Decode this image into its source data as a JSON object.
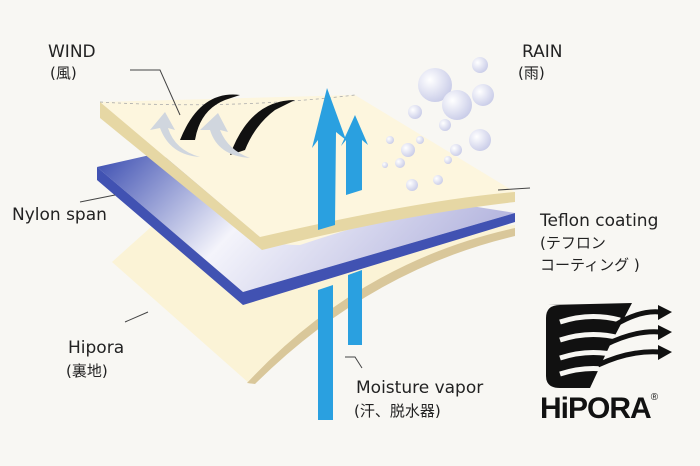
{
  "labels": {
    "wind": {
      "en": "WIND",
      "jp": "(風)"
    },
    "rain": {
      "en": "RAIN",
      "jp": "(雨)"
    },
    "nylon": {
      "en": "Nylon span"
    },
    "teflon": {
      "en": "Teflon coating",
      "jp1": "(テフロン",
      "jp2": "コーティング )"
    },
    "hipora": {
      "en": "Hipora",
      "jp": "(裏地)"
    },
    "moisture": {
      "en": "Moisture vapor",
      "jp": "(汗、脱水器)"
    }
  },
  "logo": {
    "text": "HiPORA",
    "mark": "®"
  },
  "colors": {
    "background": "#f8f7f3",
    "outer_layer": "#fbf3d8",
    "membrane": "#3d4fb0",
    "vapor_arrow": "#2aa0e0",
    "wind_arrow": "#111111",
    "rain_drop": "#d6d8ee"
  }
}
